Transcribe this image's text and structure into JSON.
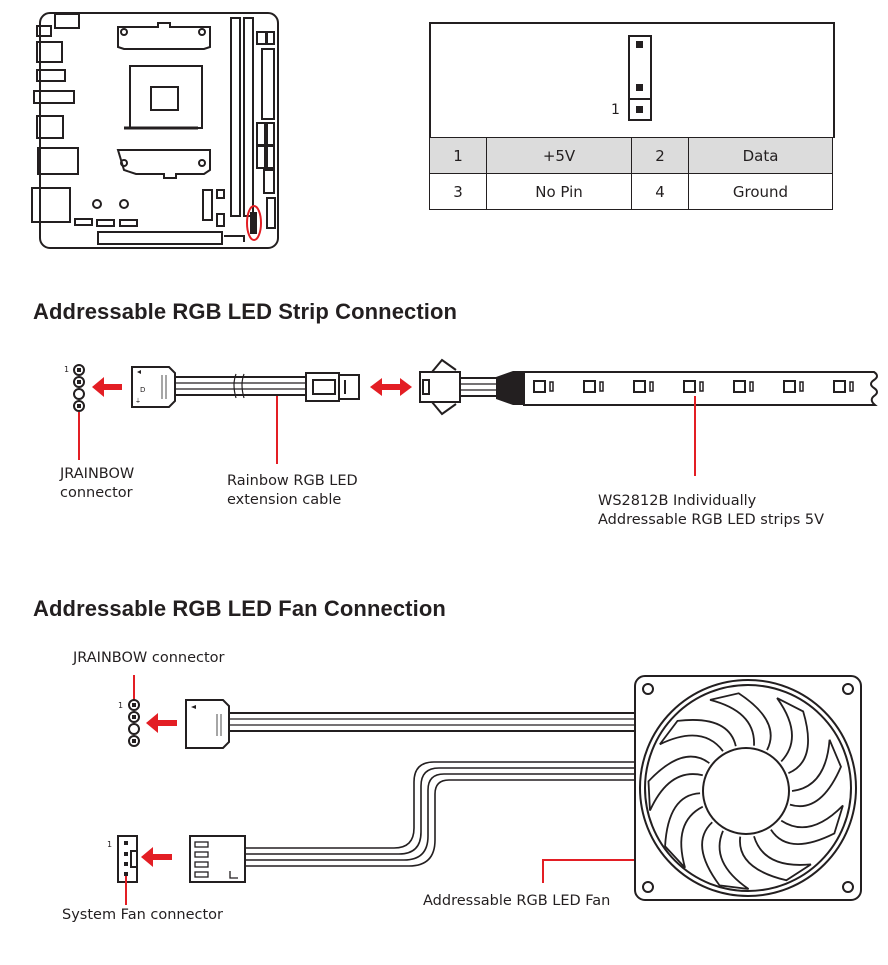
{
  "page": {
    "board_diagram": {
      "highlight_color": "#e31e24",
      "highlighted_component": "JRAINBOW header"
    },
    "pin_header": {
      "pin1_marker": "1"
    },
    "pin_table": {
      "rows": [
        [
          {
            "pin": "1",
            "signal": "+5V"
          },
          {
            "pin": "2",
            "signal": "Data"
          }
        ],
        [
          {
            "pin": "3",
            "signal": "No Pin"
          },
          {
            "pin": "4",
            "signal": "Ground"
          }
        ]
      ]
    },
    "strip_section": {
      "title": "Addressable RGB LED Strip Connection",
      "header_pin1": "1",
      "labels": {
        "jrainbow_line1": "JRAINBOW",
        "jrainbow_line2": "connector",
        "cable_line1": "Rainbow RGB LED",
        "cable_line2": "extension cable",
        "strip_line1": "WS2812B Individually",
        "strip_line2": "Addressable RGB LED strips 5V"
      },
      "led_count": 7
    },
    "fan_section": {
      "title": "Addressable RGB LED Fan Connection",
      "header_pin1": "1",
      "fan_header_pin1": "1",
      "labels": {
        "jrainbow": "JRAINBOW connector",
        "system_fan": "System Fan connector",
        "fan": "Addressable RGB LED Fan"
      },
      "fan_blades": 9
    },
    "colors": {
      "accent": "#e31e24",
      "line": "#231f20",
      "table_shade": "#dcdcdc"
    }
  }
}
